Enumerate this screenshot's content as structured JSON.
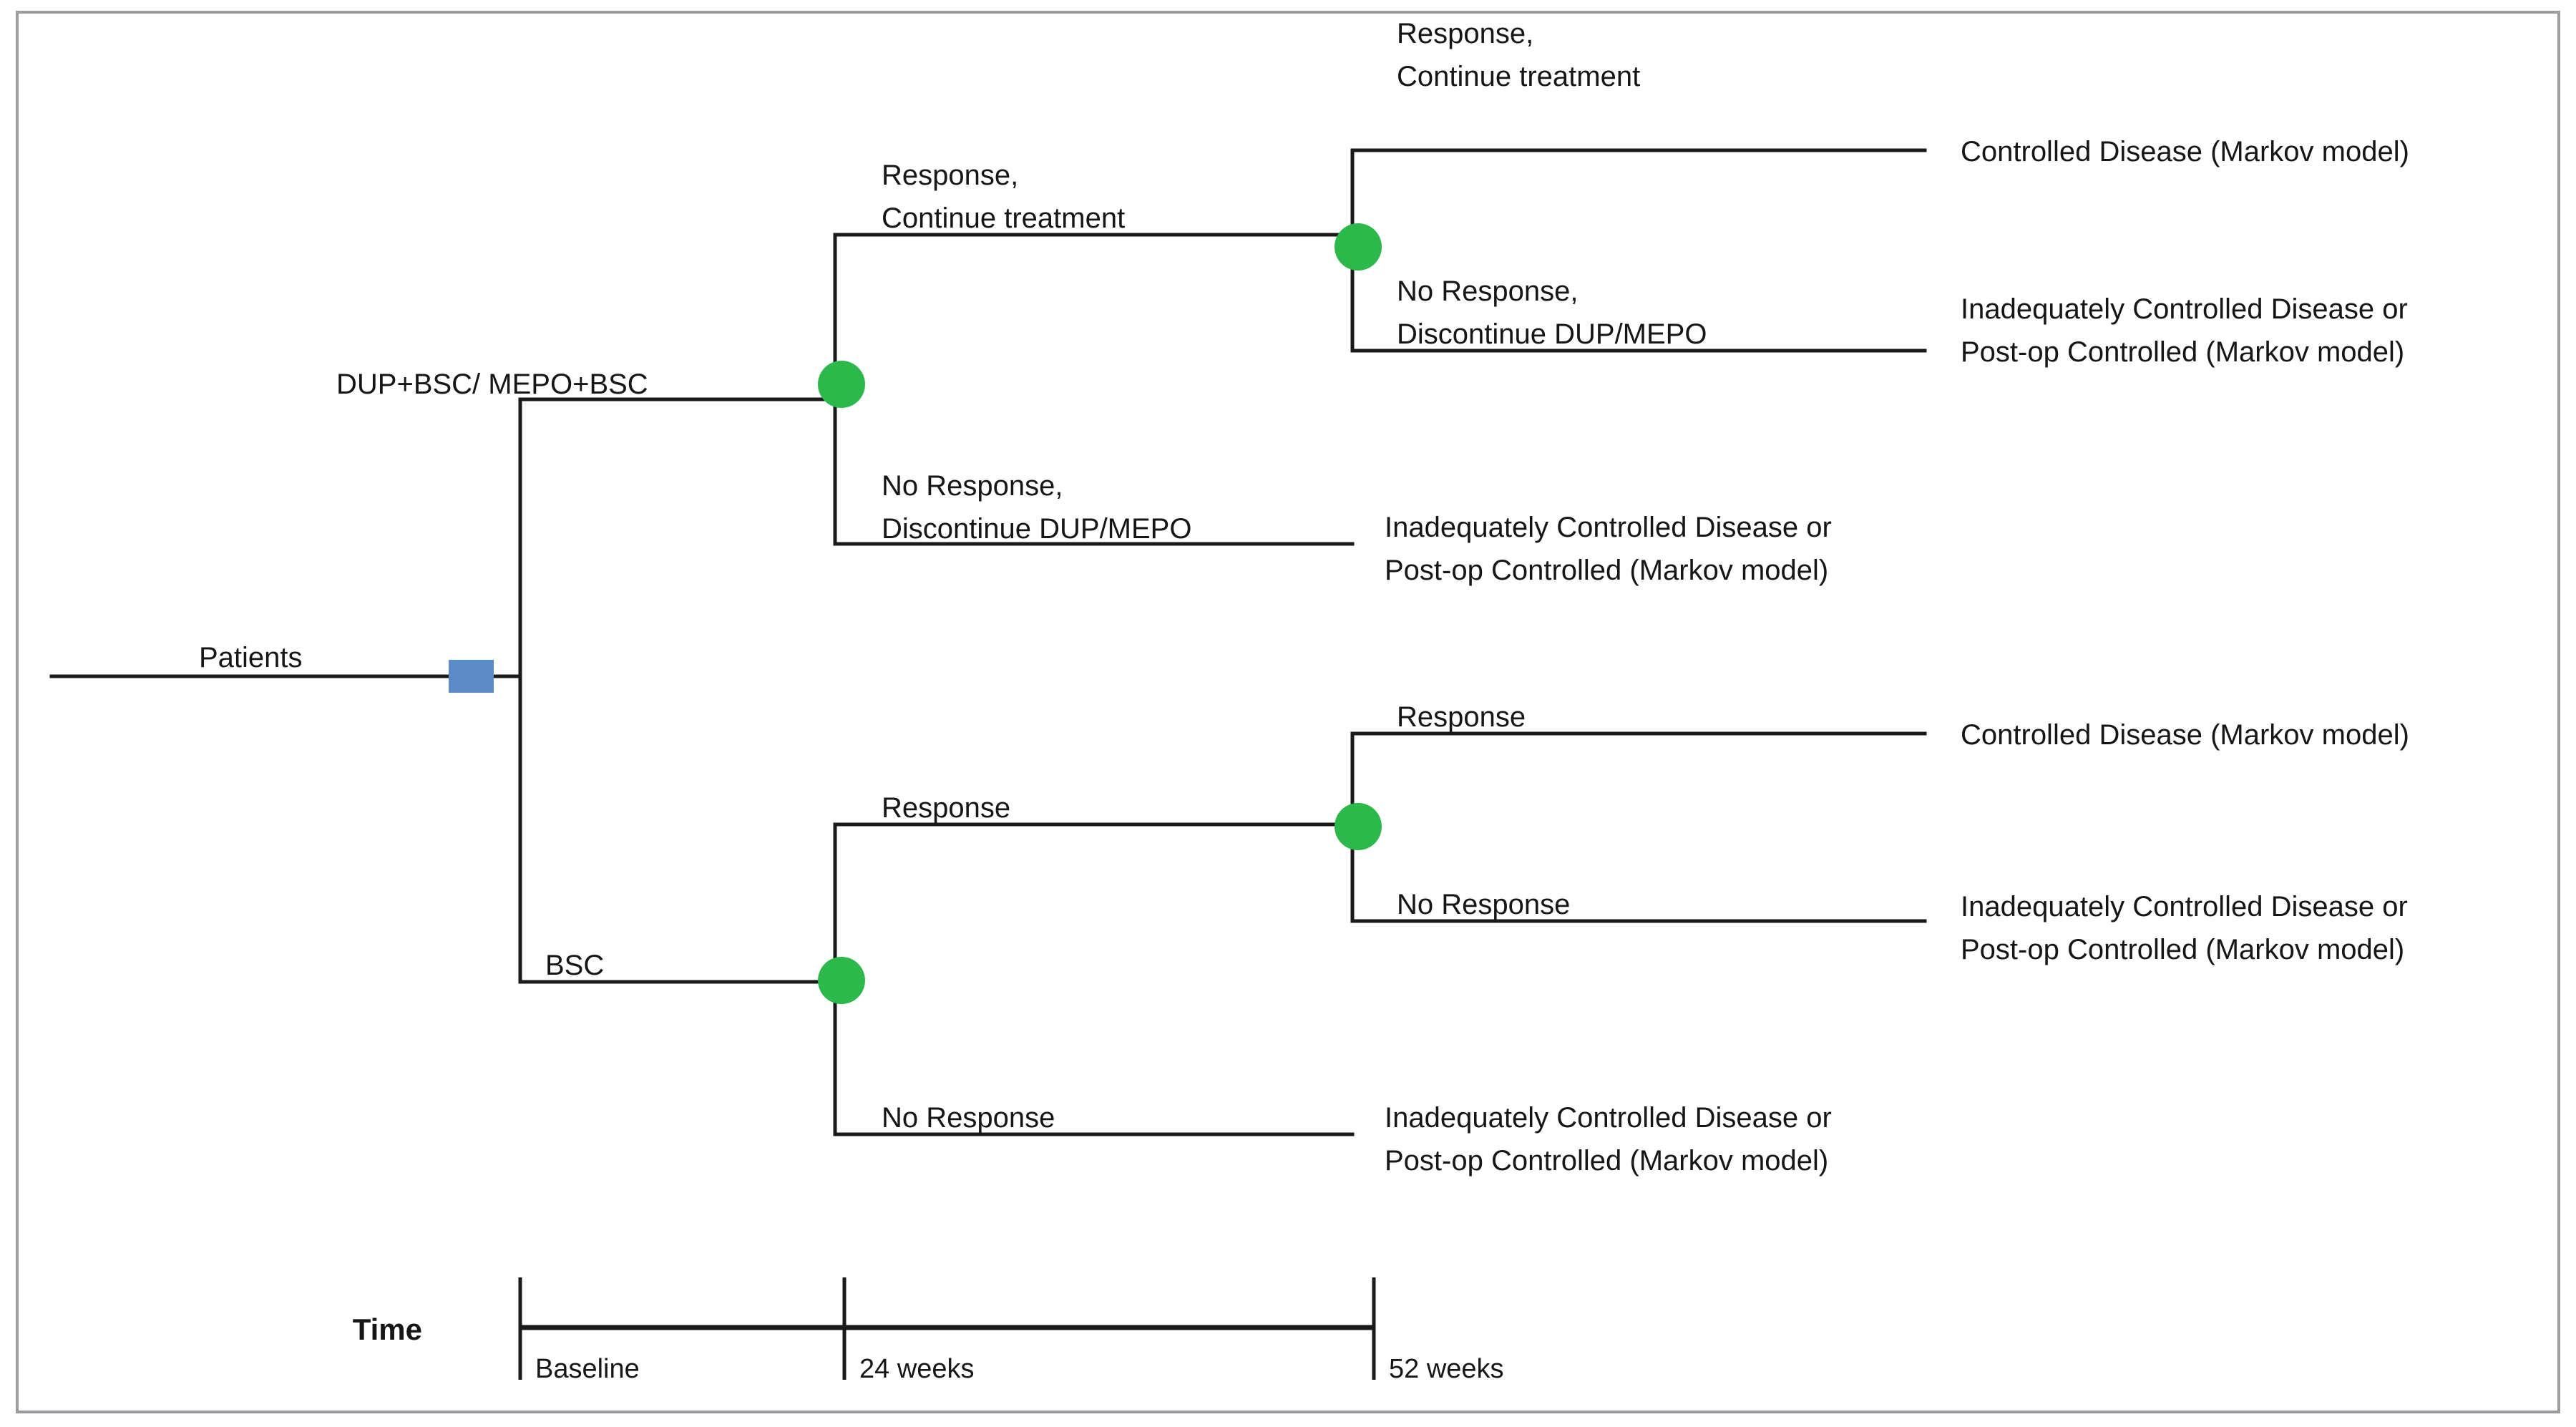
{
  "figure": {
    "type": "decision-tree",
    "border_color": "#9a9ca0",
    "background": "#ffffff",
    "decision_node_color": "#5b8cc8",
    "chance_node_color": "#2cb84a",
    "line_color": "#1a1a1a"
  },
  "root": {
    "label": "Patients"
  },
  "arms": {
    "arm1_label": "DUP+BSC/  MEPO+BSC",
    "arm2_label": "BSC"
  },
  "branches": {
    "arm1": {
      "response_line1": "Response,",
      "response_line2": "Continue treatment",
      "noresponse_line1": "No Response,",
      "noresponse_line2": "Discontinue DUP/MEPO",
      "sub_response_line1": "Response,",
      "sub_response_line2": "Continue treatment",
      "sub_noresponse_line1": "No Response,",
      "sub_noresponse_line2": "Discontinue DUP/MEPO"
    },
    "arm2": {
      "response": "Response",
      "noresponse": "No Response",
      "sub_response": "Response",
      "sub_noresponse": "No Response"
    }
  },
  "terminals": {
    "controlled": "Controlled Disease (Markov model)",
    "inadequate_line1": "Inadequately Controlled Disease or",
    "inadequate_line2": "Post-op Controlled (Markov model)"
  },
  "timeline": {
    "title": "Time",
    "ticks": [
      {
        "label": "Baseline"
      },
      {
        "label": "24 weeks"
      },
      {
        "label": "52 weeks"
      }
    ]
  }
}
